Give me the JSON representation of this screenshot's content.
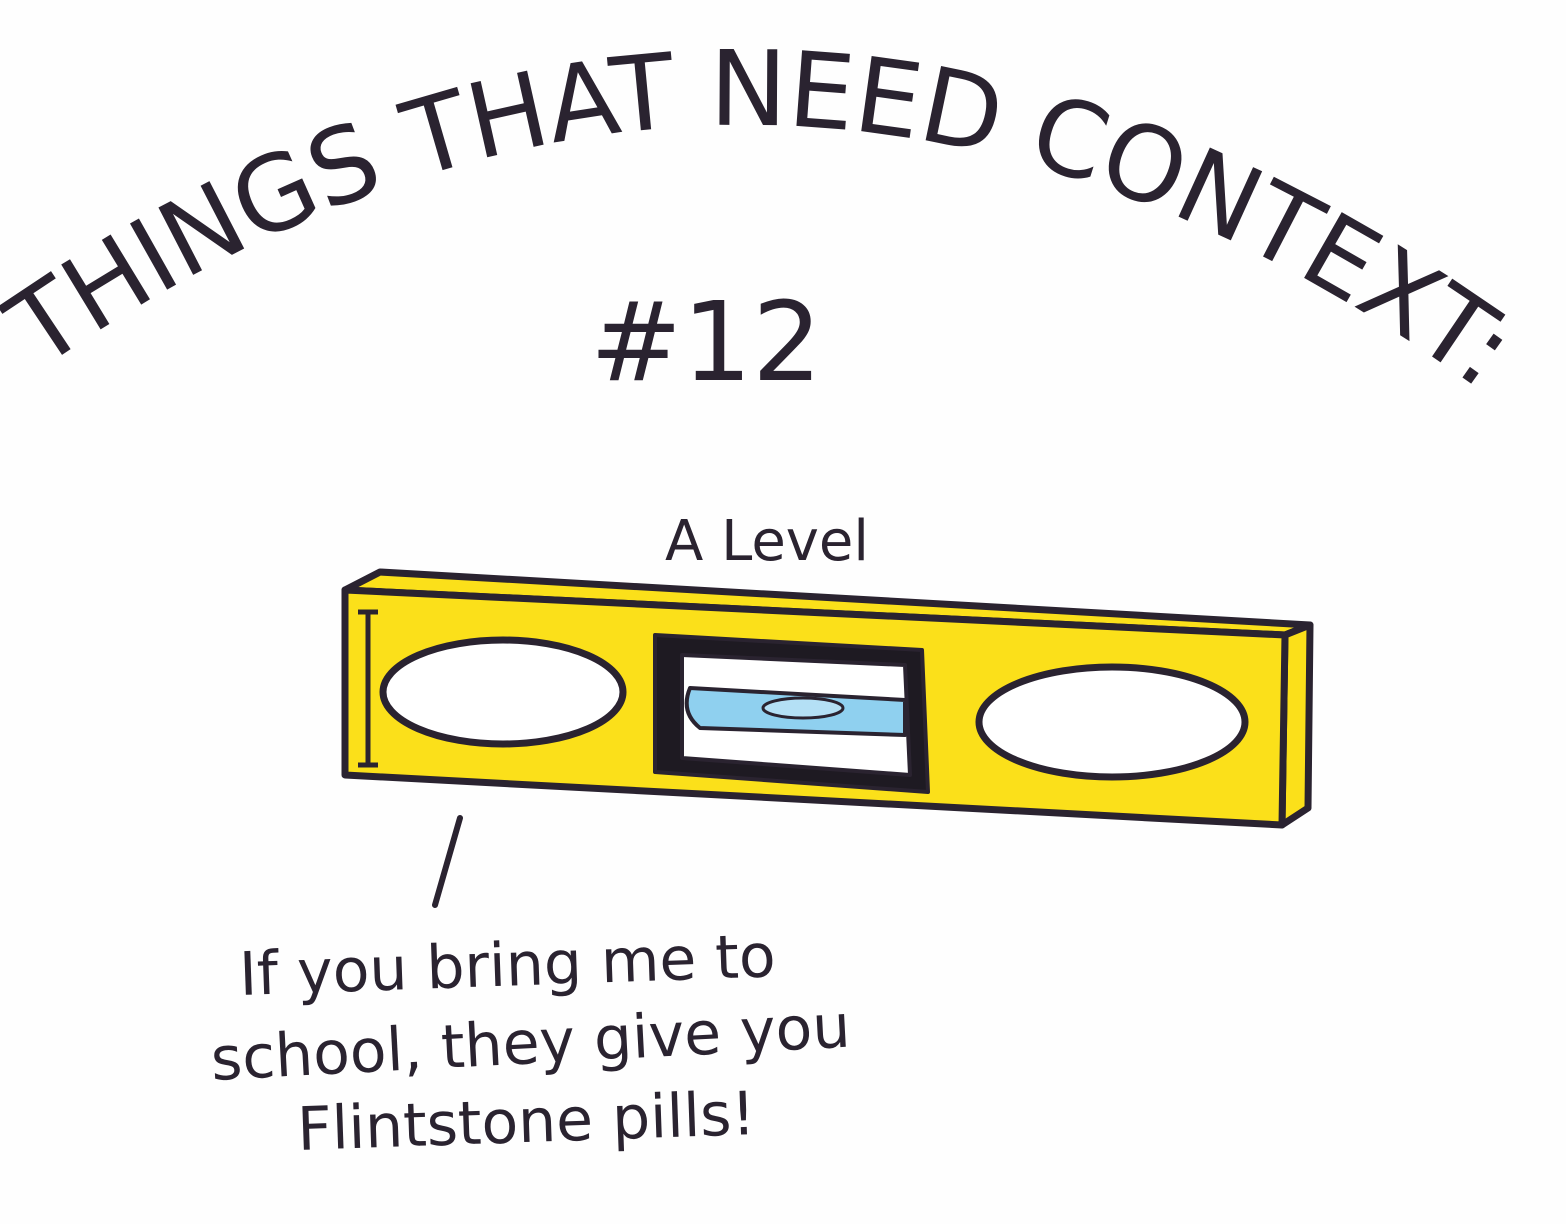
{
  "title": "THINGS THAT NEED CONTEXT:",
  "number": "#12",
  "subject_label": "A Level",
  "caption": {
    "line1": "If you bring me to",
    "line2": "school, they give you",
    "line3": "Flintstone pills!"
  },
  "colors": {
    "ink": "#2a2330",
    "level_yellow": "#fbe01a",
    "vial_blue": "#8fd0ef",
    "paper": "#fefefe"
  }
}
